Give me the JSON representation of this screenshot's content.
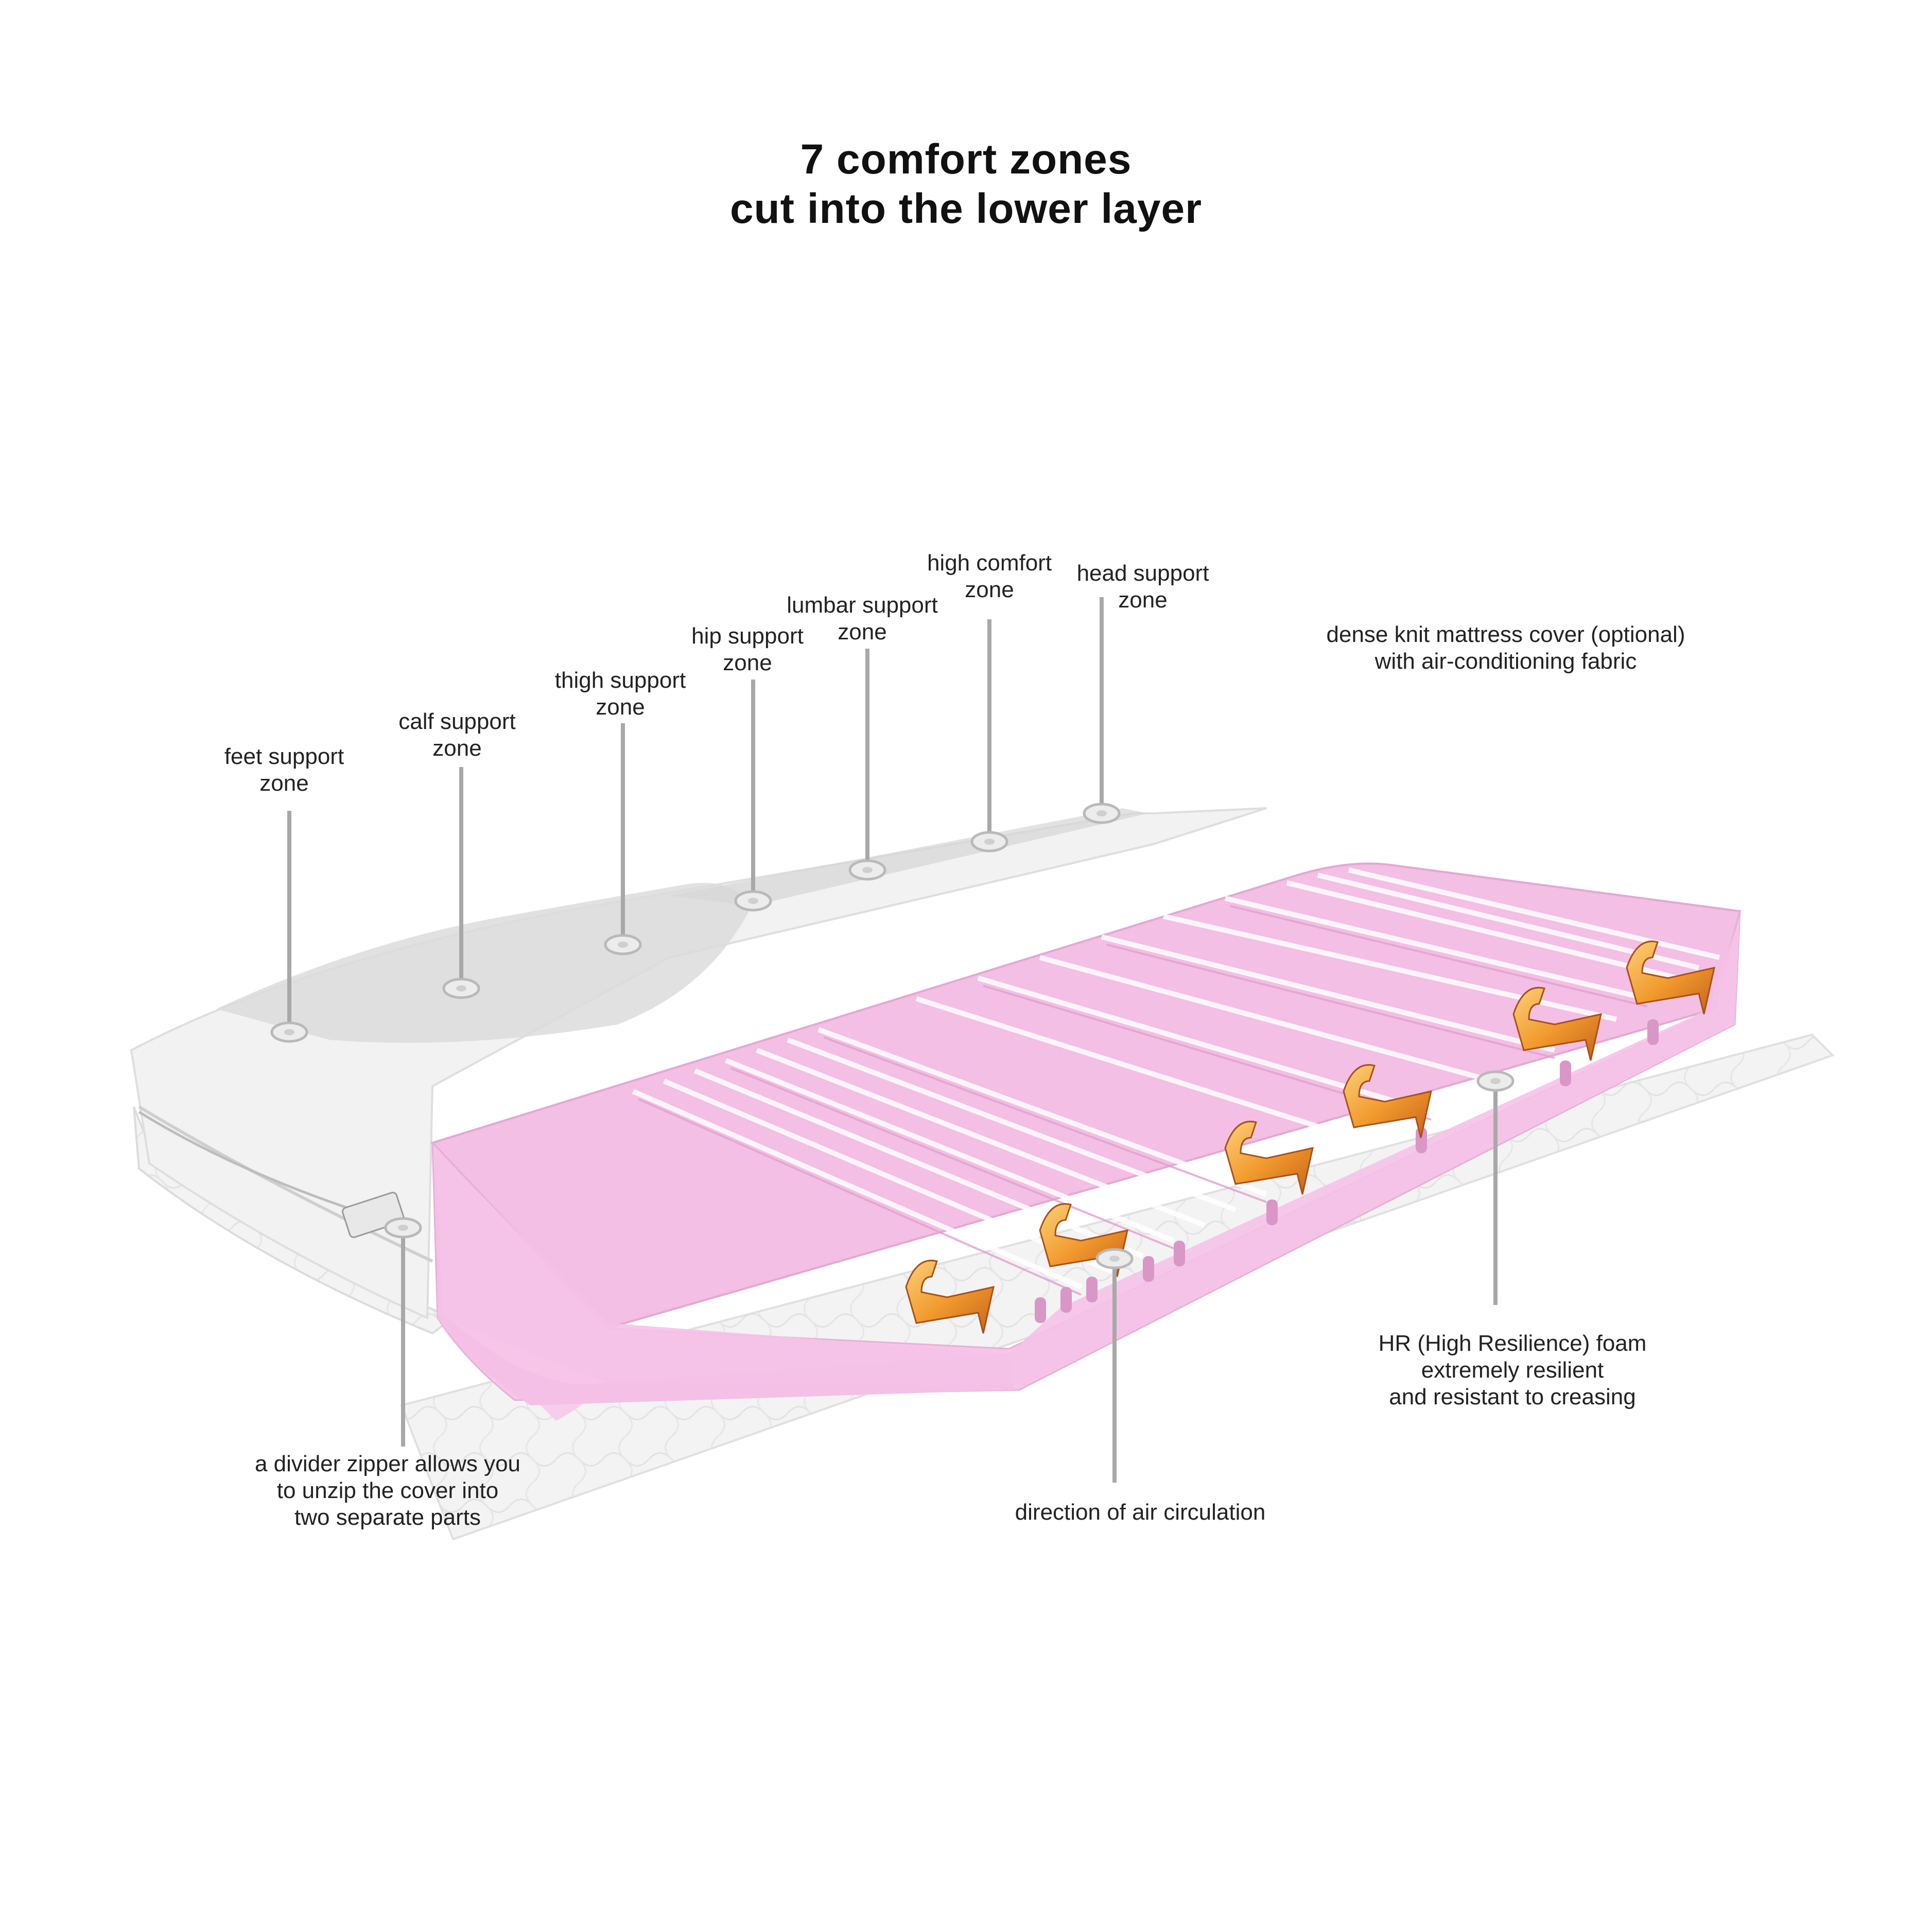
{
  "title": {
    "line1": "7 comfort zones",
    "line2": "cut into the lower layer"
  },
  "zones": [
    {
      "line1": "feet support",
      "line2": "zone"
    },
    {
      "line1": "calf support",
      "line2": "zone"
    },
    {
      "line1": "thigh support",
      "line2": "zone"
    },
    {
      "line1": "hip support",
      "line2": "zone"
    },
    {
      "line1": "lumbar support",
      "line2": "zone"
    },
    {
      "line1": "high comfort",
      "line2": "zone"
    },
    {
      "line1": "head support",
      "line2": "zone"
    }
  ],
  "cover": {
    "line1": "dense knit mattress cover (optional)",
    "line2": "with air-conditioning fabric"
  },
  "foam": {
    "line1": "HR  (High Resilience) foam",
    "line2": "extremely resilient",
    "line3": "and resistant to creasing"
  },
  "zipper": {
    "line1": "a divider zipper allows you",
    "line2": "to unzip the cover into",
    "line3": "two separate parts"
  },
  "air": {
    "line1": "direction of air circulation"
  },
  "colors": {
    "foam_pink": "#f6c4e8",
    "foam_pink_dark": "#eab0d9",
    "cover_white": "#f1f1f1",
    "cover_grey": "#d4d4d4",
    "arrow_orange": "#f2a43a",
    "pin_line": "#a8a8a8"
  },
  "icons": [
    "airflow-arrow-icon",
    "pin-marker-icon"
  ]
}
